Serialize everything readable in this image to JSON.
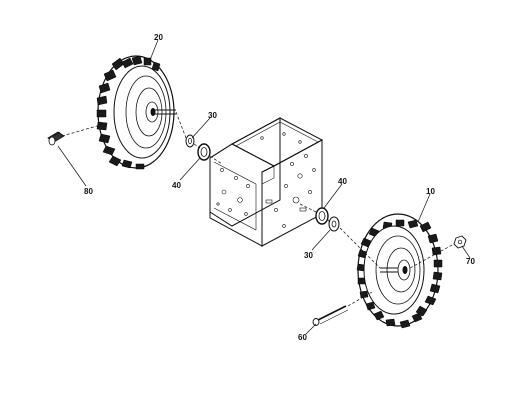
{
  "diagram": {
    "callouts": {
      "part_10": "10",
      "part_20": "20",
      "part_30_upper": "30",
      "part_30_lower": "30",
      "part_40_upper": "40",
      "part_40_lower": "40",
      "part_60": "60",
      "part_70": "70",
      "part_80": "80"
    },
    "parts": [
      {
        "callout": "10",
        "icon": "right-wheel-tire-icon"
      },
      {
        "callout": "20",
        "icon": "left-wheel-tire-icon"
      },
      {
        "callout": "30",
        "icon": "washer-icon"
      },
      {
        "callout": "40",
        "icon": "spacer-ring-icon"
      },
      {
        "callout": "60",
        "icon": "clevis-pin-icon"
      },
      {
        "callout": "70",
        "icon": "hex-nut-icon"
      },
      {
        "callout": "80",
        "icon": "valve-cap-icon"
      }
    ],
    "colors": {
      "ink": "#111111",
      "background": "#ffffff"
    }
  }
}
